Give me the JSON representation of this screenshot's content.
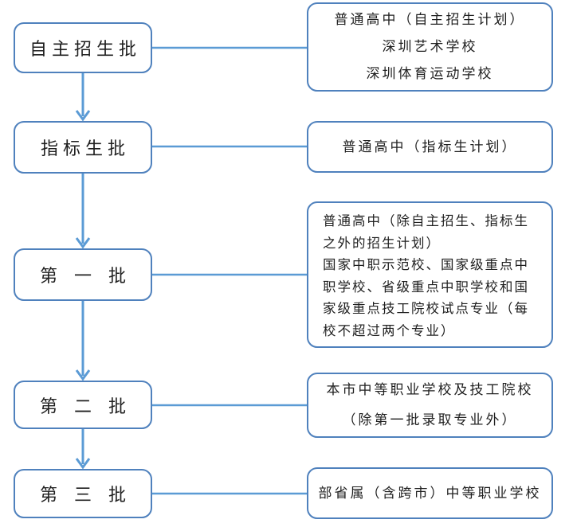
{
  "colors": {
    "background": "#ffffff",
    "box_border": "#4f81bd",
    "connector": "#5b9bd5",
    "arrow": "#5b9bd5",
    "text": "#1f1f1f"
  },
  "flowchart": {
    "rows": [
      {
        "left_label": "自主招生批",
        "right_lines": [
          "普通高中（自主招生计划）",
          "深圳艺术学校",
          "深圳体育运动学校"
        ]
      },
      {
        "left_label": "指标生批",
        "right_lines": [
          "普通高中（指标生计划）"
        ]
      },
      {
        "left_label": "第一批",
        "right_lines": [
          "普通高中（除自主招生、指标生",
          "之外的招生计划）",
          "国家中职示范校、国家级重点中",
          "职学校、省级重点中职学校和国",
          "家级重点技工院校试点专业（每",
          "校不超过两个专业）"
        ]
      },
      {
        "left_label": "第二批",
        "right_lines": [
          "本市中等职业学校及技工院校",
          "（除第一批录取专业外）"
        ]
      },
      {
        "left_label": "第三批",
        "right_lines": [
          "部省属（含跨市）中等职业学校"
        ]
      }
    ]
  }
}
